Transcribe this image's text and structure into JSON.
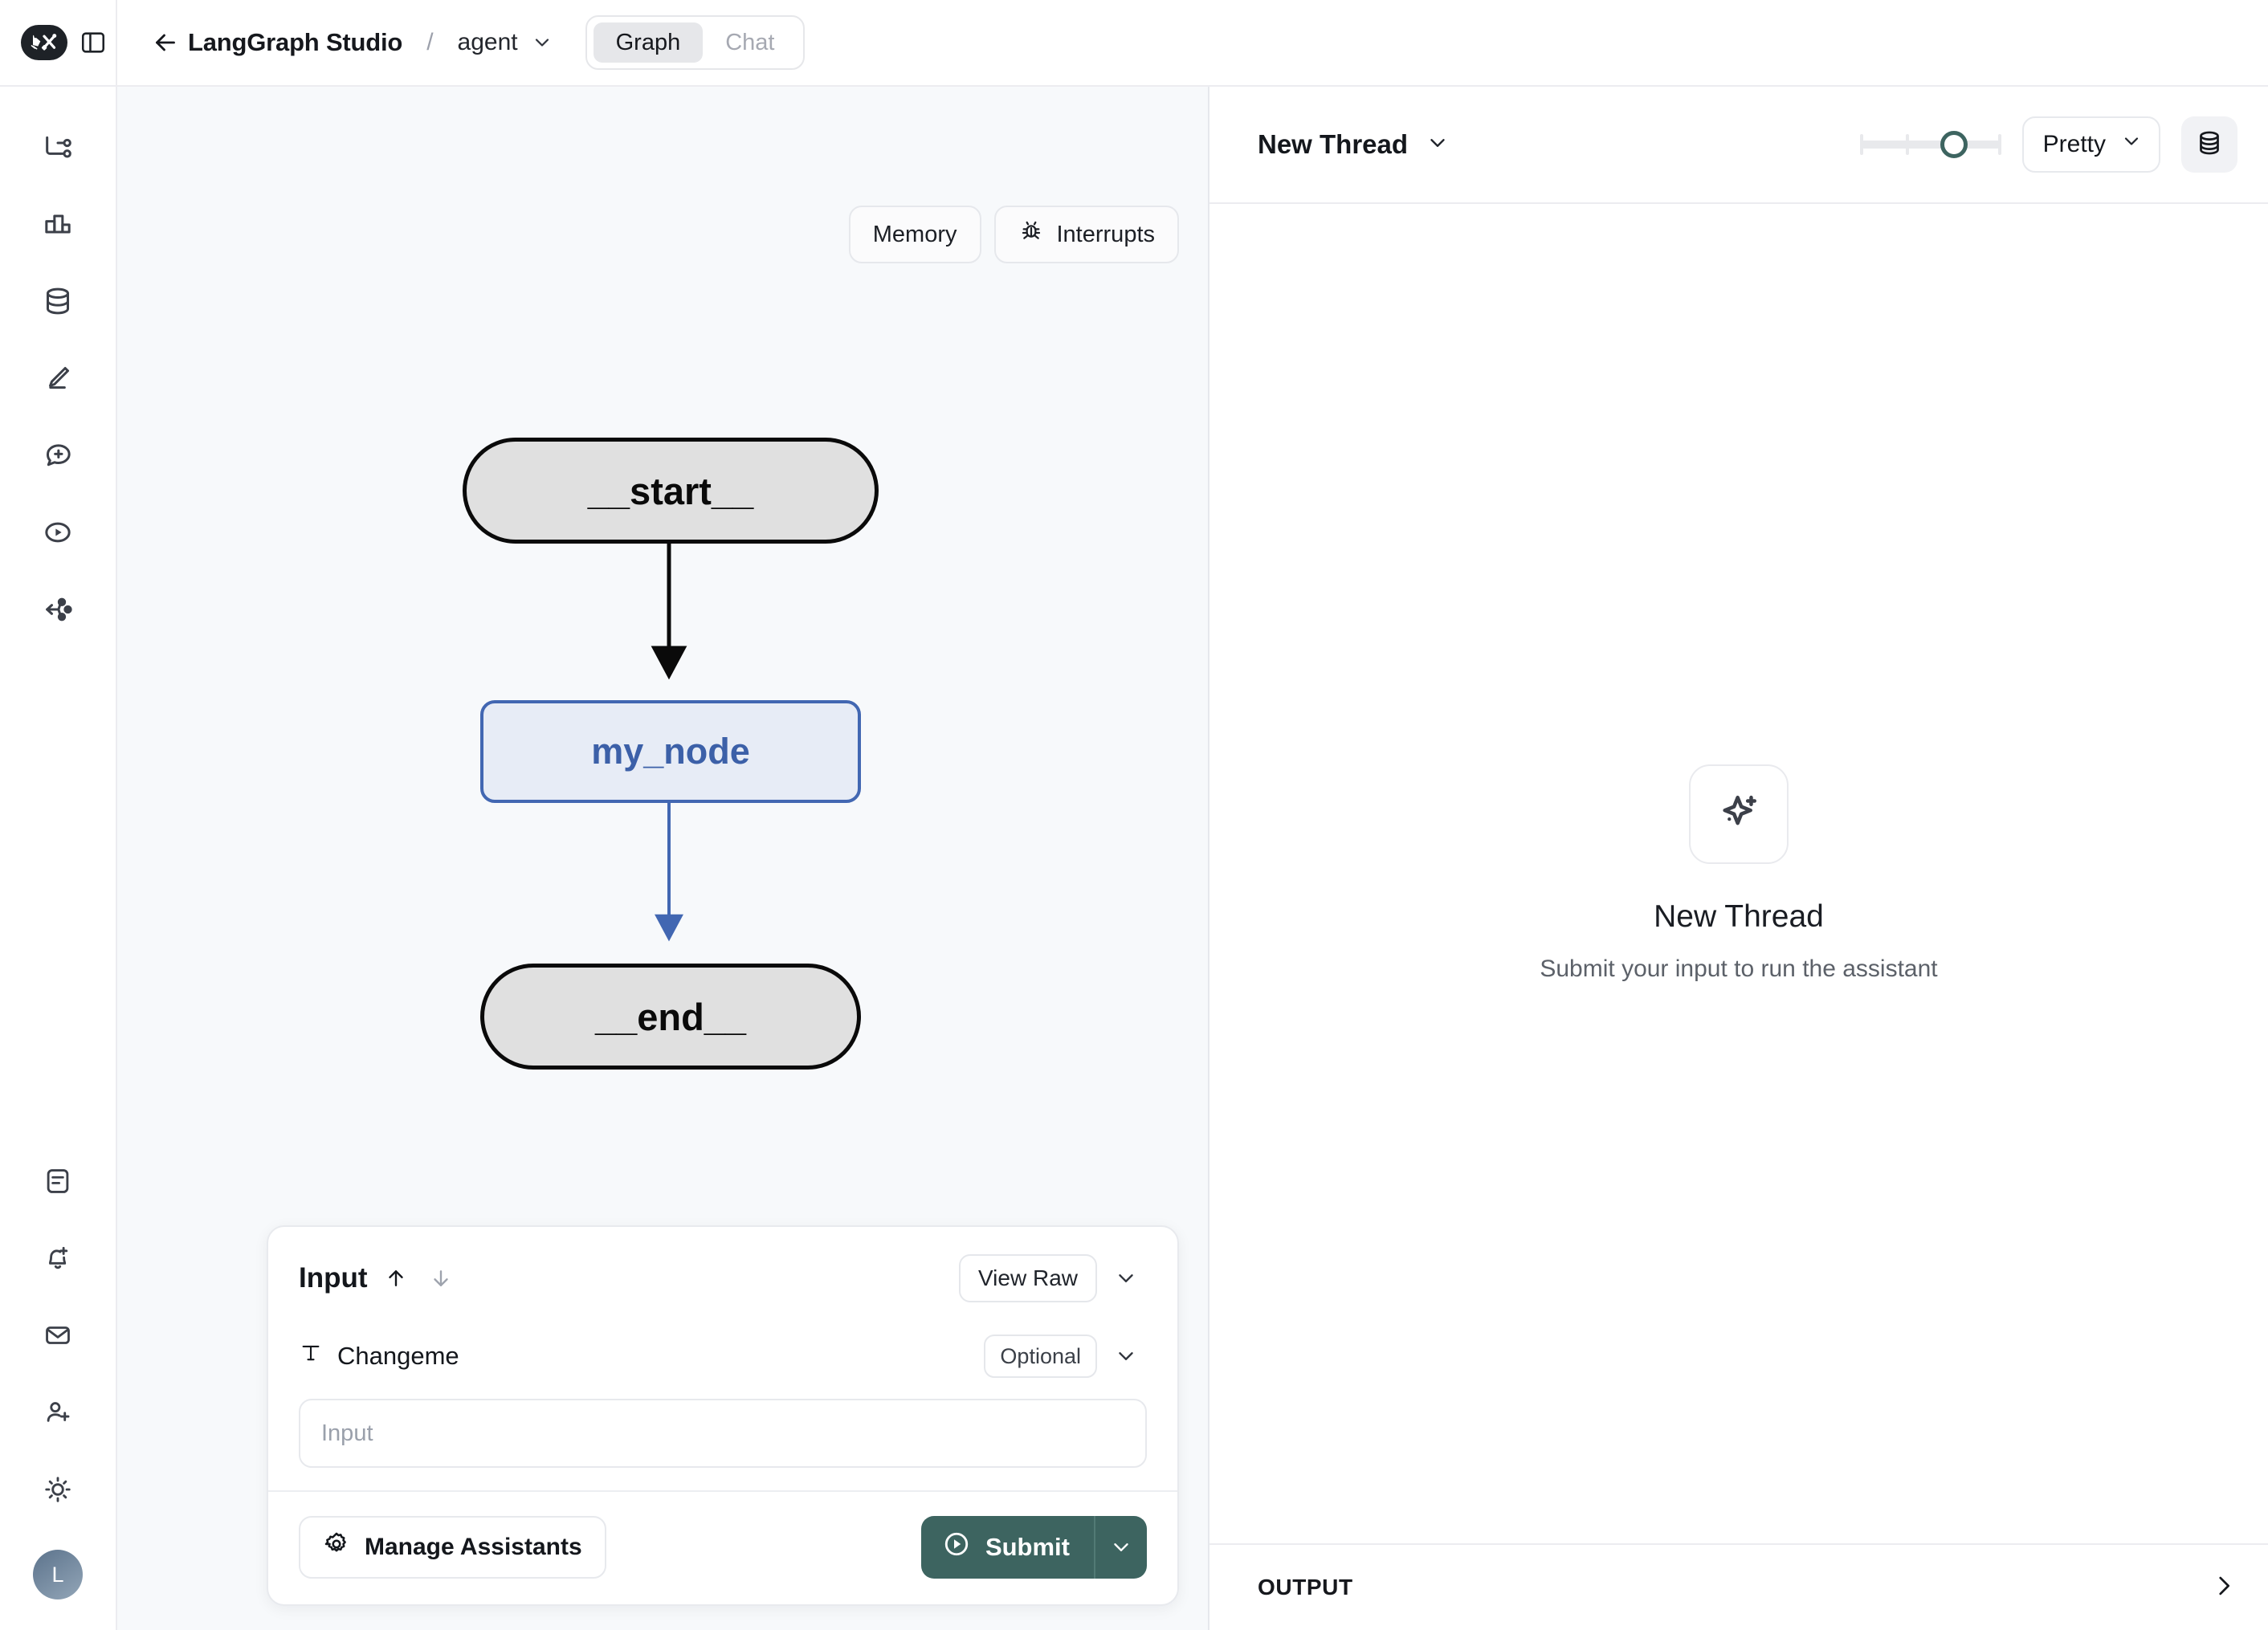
{
  "header": {
    "logo_icon": "langchain-parrot-logo",
    "panel_toggle_icon": "sidebar-toggle-icon",
    "back_icon": "arrow-left-icon",
    "title": "LangGraph Studio",
    "separator": "/",
    "assistant": "agent",
    "assistant_chevron_icon": "chevron-down-icon",
    "tabs": [
      {
        "label": "Graph",
        "active": true
      },
      {
        "label": "Chat",
        "active": false
      }
    ]
  },
  "rail": {
    "top_items": [
      {
        "icon": "git-branch-icon",
        "name": "tracing"
      },
      {
        "icon": "bar-chart-icon",
        "name": "monitoring"
      },
      {
        "icon": "database-icon",
        "name": "datasets"
      },
      {
        "icon": "pencil-icon",
        "name": "annotation-queues"
      },
      {
        "icon": "message-plus-icon",
        "name": "prompts"
      },
      {
        "icon": "play-circle-icon",
        "name": "playground"
      },
      {
        "icon": "share-nodes-icon",
        "name": "deployments"
      }
    ],
    "bottom_items": [
      {
        "icon": "document-icon",
        "name": "docs"
      },
      {
        "icon": "bell-plus-icon",
        "name": "alerts"
      },
      {
        "icon": "envelope-icon",
        "name": "inbox"
      },
      {
        "icon": "user-plus-icon",
        "name": "invite-member"
      },
      {
        "icon": "sun-icon",
        "name": "theme-toggle"
      }
    ],
    "avatar_initial": "L"
  },
  "graph": {
    "toolbar": [
      {
        "label": "Memory",
        "icon": null
      },
      {
        "label": "Interrupts",
        "icon": "bug-icon"
      }
    ],
    "nodes": [
      {
        "id": "start",
        "label": "__start__",
        "type": "terminal"
      },
      {
        "id": "my_node",
        "label": "my_node",
        "type": "active"
      },
      {
        "id": "end",
        "label": "__end__",
        "type": "terminal"
      }
    ],
    "edges": [
      {
        "from": "start",
        "to": "my_node",
        "color": "#0a0a0a"
      },
      {
        "from": "my_node",
        "to": "end",
        "color": "#4267b2"
      }
    ],
    "colors": {
      "terminal_fill": "#e0e0e0",
      "terminal_border": "#0a0a0a",
      "active_fill": "#e7ecf6",
      "active_border": "#4267b2",
      "active_text": "#3c60a8",
      "canvas_bg": "#f7f9fb"
    }
  },
  "input_panel": {
    "title": "Input",
    "up_icon": "arrow-up-icon",
    "down_icon": "arrow-down-icon",
    "view_raw_label": "View Raw",
    "collapse_icon": "chevron-down-icon",
    "field": {
      "icon": "text-type-icon",
      "label": "Changeme",
      "badge": "Optional",
      "badge_chevron_icon": "chevron-down-icon",
      "value": "",
      "placeholder": "Input"
    },
    "manage_label": "Manage Assistants",
    "manage_icon": "gear-icon",
    "submit_label": "Submit",
    "submit_icon": "play-circle-icon",
    "submit_chevron_icon": "chevron-down-icon",
    "submit_color": "#3d6460"
  },
  "thread_panel": {
    "thread_name": "New Thread",
    "thread_chevron_icon": "chevron-down-icon",
    "slider": {
      "value": 3,
      "min": 0,
      "max": 4,
      "ticks": 4,
      "accent": "#3d6460"
    },
    "format_label": "Pretty",
    "format_chevron_icon": "chevron-down-icon",
    "state_icon": "database-icon",
    "empty": {
      "icon": "sparkles-icon",
      "title": "New Thread",
      "subtitle": "Submit your input to run the assistant"
    },
    "output_label": "OUTPUT",
    "output_chevron_icon": "chevron-right-icon"
  }
}
